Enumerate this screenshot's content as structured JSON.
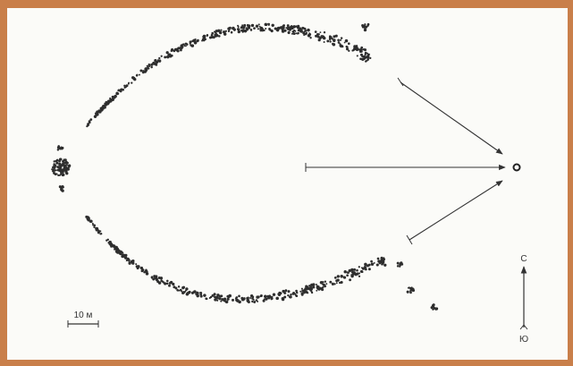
{
  "scale_bar": {
    "label": "10 м"
  },
  "compass": {
    "north_label": "С",
    "south_label": "Ю"
  },
  "colors": {
    "frame": "#c97f4a",
    "background": "#fbfbf8",
    "ink": "#333333"
  }
}
